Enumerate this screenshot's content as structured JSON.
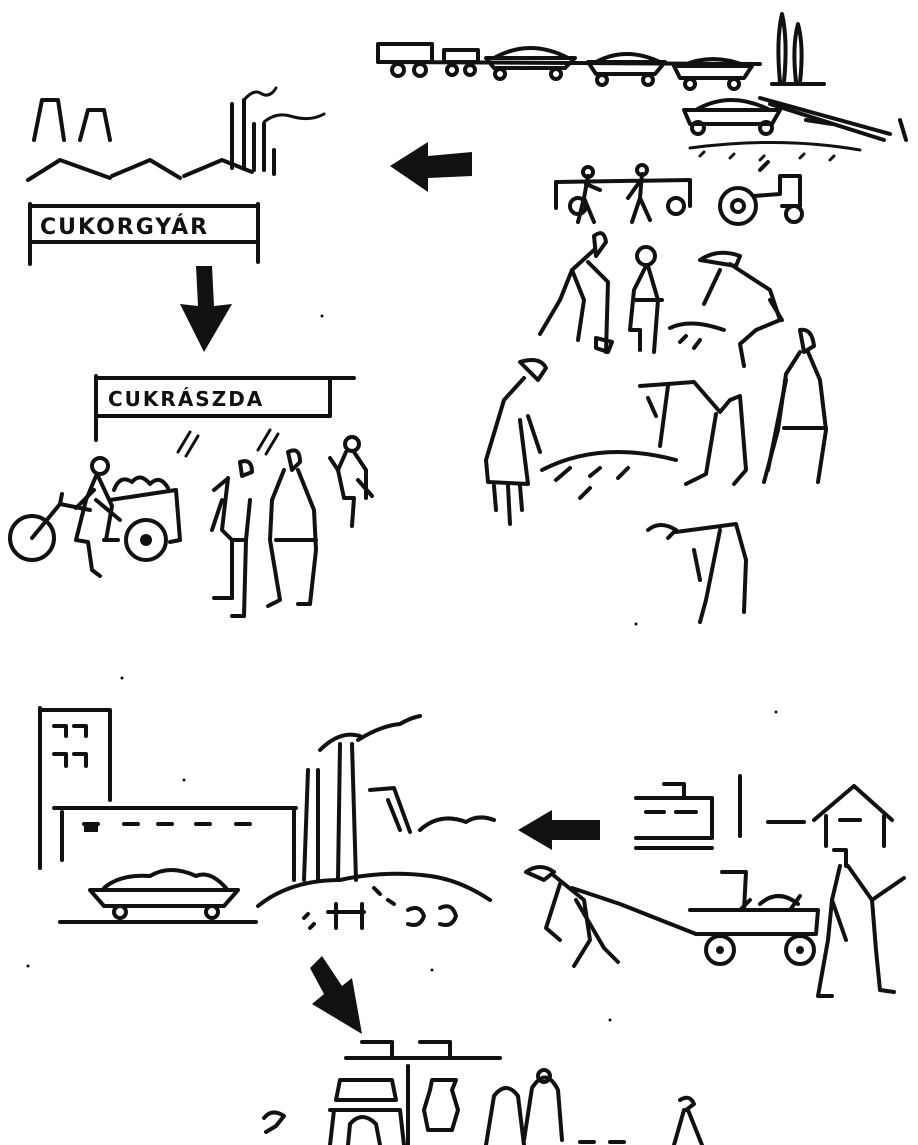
{
  "illustration": {
    "colors": {
      "ink": "#111111",
      "paper": "#ffffff"
    },
    "panels": {
      "sugar_factory_sign": "CUKORGYÁR",
      "confectionery_sign": "CUKRÁSZDA"
    },
    "arrows": [
      {
        "name": "arrow-left-top",
        "direction": "left"
      },
      {
        "name": "arrow-down-top",
        "direction": "down"
      },
      {
        "name": "arrow-left-bottom",
        "direction": "left"
      },
      {
        "name": "arrow-down-bottom",
        "direction": "down-right"
      }
    ]
  }
}
